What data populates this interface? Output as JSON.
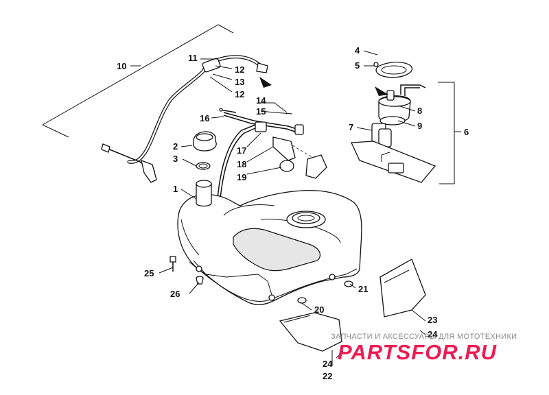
{
  "callouts": [
    {
      "label": "1"
    },
    {
      "label": "2"
    },
    {
      "label": "3"
    },
    {
      "label": "4"
    },
    {
      "label": "5"
    },
    {
      "label": "6"
    },
    {
      "label": "7"
    },
    {
      "label": "8"
    },
    {
      "label": "9"
    },
    {
      "label": "10"
    },
    {
      "label": "11"
    },
    {
      "label": "12"
    },
    {
      "label": "13"
    },
    {
      "label": "12"
    },
    {
      "label": "14"
    },
    {
      "label": "15"
    },
    {
      "label": "16"
    },
    {
      "label": "17"
    },
    {
      "label": "18"
    },
    {
      "label": "19"
    },
    {
      "label": "20"
    },
    {
      "label": "21"
    },
    {
      "label": "22"
    },
    {
      "label": "23"
    },
    {
      "label": "24"
    },
    {
      "label": "24"
    },
    {
      "label": "25"
    },
    {
      "label": "26"
    }
  ],
  "watermark": {
    "tagline": "ЗАПЧАСТИ И АКСЕССУАРЫ ДЛЯ МОТОТЕХНИКИ",
    "logo": "PARTSFOR.RU",
    "color": "#ec1d55"
  }
}
